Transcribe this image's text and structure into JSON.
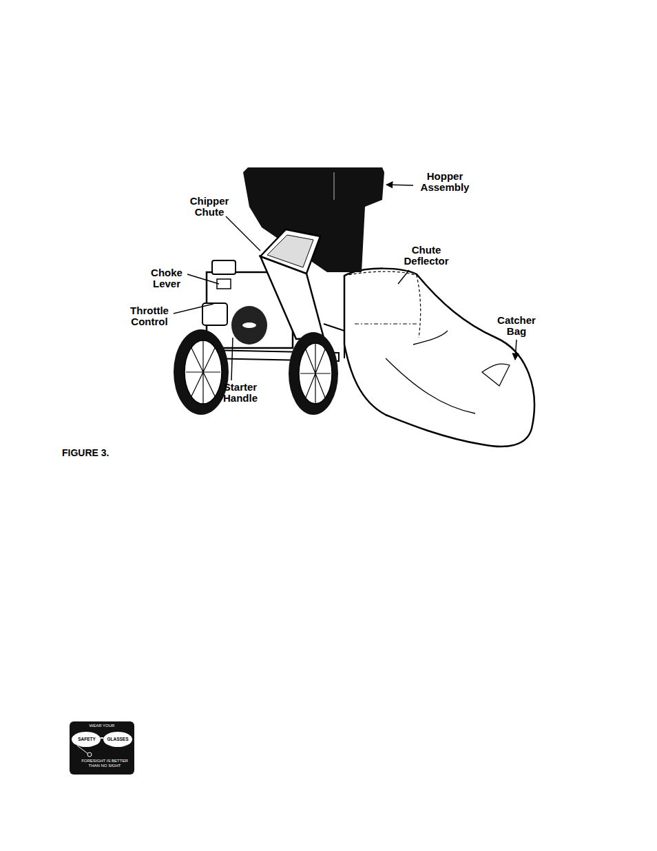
{
  "diagram": {
    "caption": "FIGURE 3.",
    "nodes": [
      {
        "text": [
          "WEAR YOUR",
          "SAFETY",
          "GLASSES",
          "FORESIGHT IS BETTER THAN NO SIGHT"
        ]
      }
    ],
    "labels": [
      "Hopper Assembly",
      "Chipper Chute",
      "Chute Deflector",
      "Choke Lever",
      "Throttle Control",
      "Catcher Bag",
      "Starter Handle"
    ]
  }
}
